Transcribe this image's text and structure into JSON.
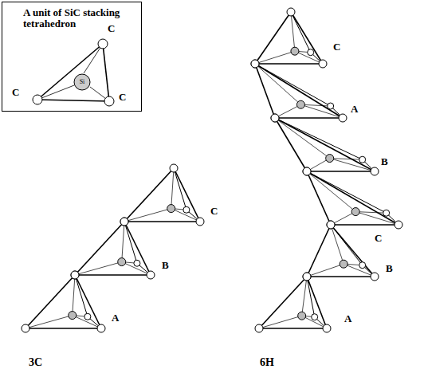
{
  "diagram": {
    "nodes": [
      {
        "text": [
          "A unit of SiC stacking tetrahedron",
          "C",
          "C",
          "C",
          "Si"
        ]
      }
    ],
    "labels": [
      "A",
      "B",
      "C",
      "A",
      "B",
      "C",
      "B",
      "A",
      "C",
      "3C",
      "6H"
    ]
  }
}
